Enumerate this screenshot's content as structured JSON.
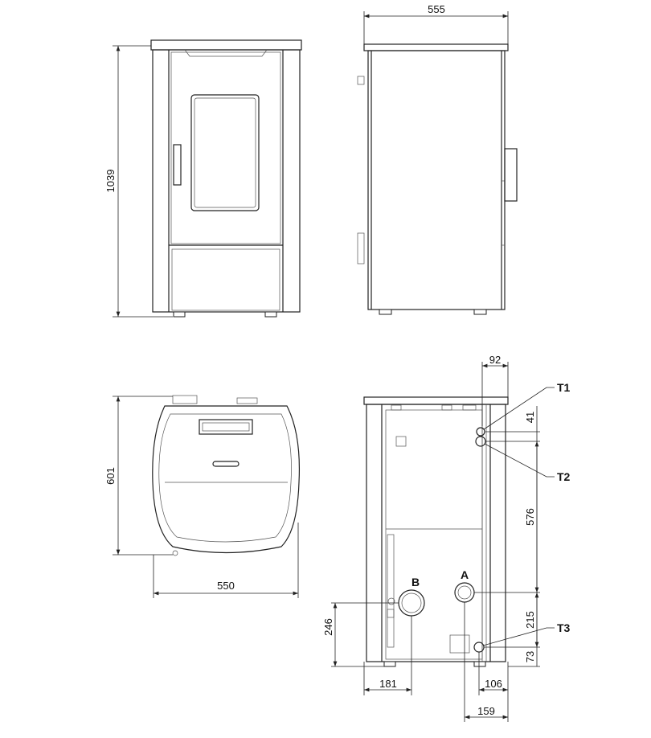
{
  "dimensions": {
    "height": "1039",
    "depth": "555",
    "top_depth": "601",
    "width": "550",
    "t1_offset_x": "92",
    "t1_t2_gap": "41",
    "t2_to_a": "576",
    "a_to_t3": "215",
    "t3_height": "73",
    "b_height": "246",
    "b_offset_x": "181",
    "t3_offset_x": "106",
    "a_offset_x": "159"
  },
  "labels": {
    "t1": "T1",
    "t2": "T2",
    "t3": "T3",
    "a": "A",
    "b": "B"
  }
}
